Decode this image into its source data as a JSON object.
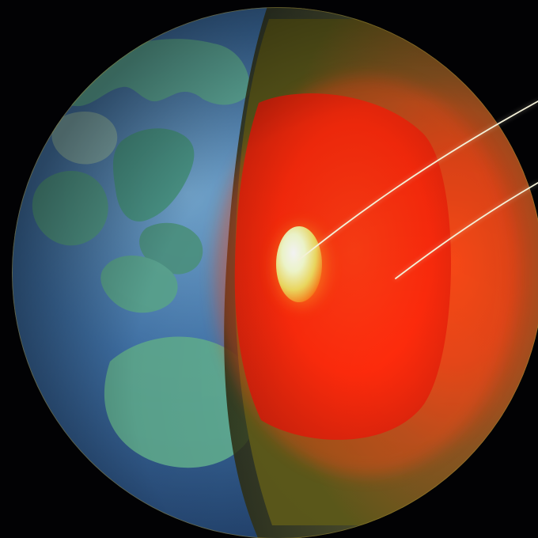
{
  "image": {
    "subject": "earth-cutaway",
    "layers": [
      "crust",
      "mantle",
      "outer-core",
      "inner-core"
    ],
    "pointers": [
      "inner-core-pointer",
      "outer-core-pointer"
    ],
    "colors": {
      "background": "#020204",
      "ocean": "#3f74a6",
      "land": "#4fa88f",
      "mantle": "#7f6a22",
      "outer_core": "#ff3a12",
      "inner_core": "#fff1a4",
      "pointer": "#f4f1d8"
    }
  }
}
